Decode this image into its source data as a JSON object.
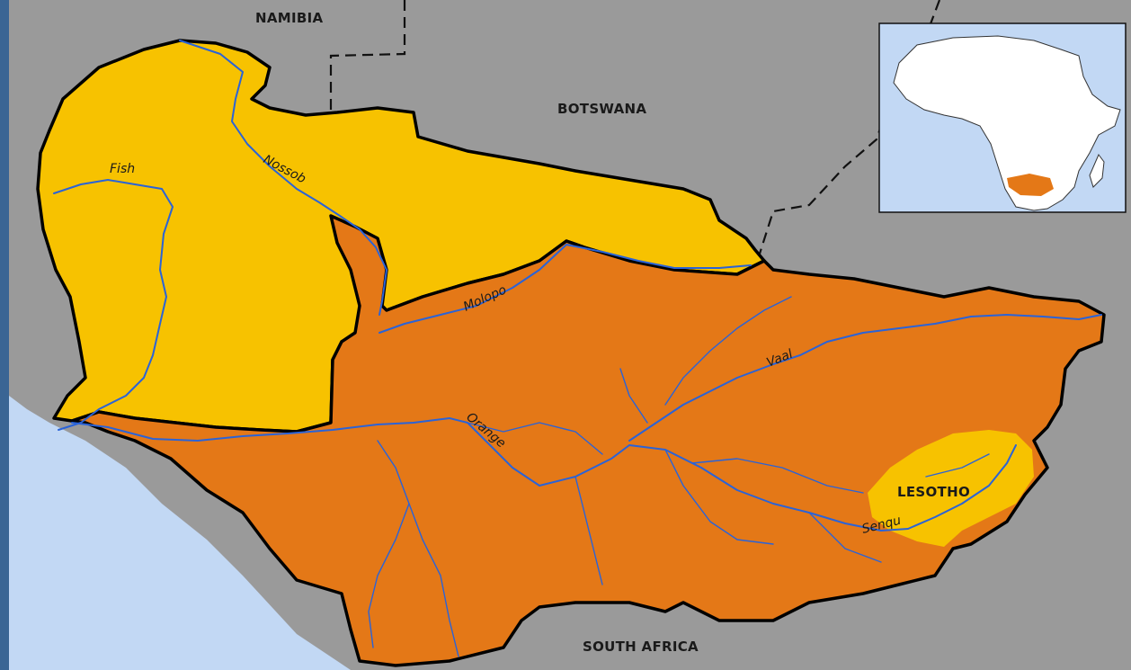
{
  "colors": {
    "frame": "#3a6594",
    "ocean": "#c2d8f4",
    "land_outside": "#9a9a9a",
    "basin_lower": "#e47817",
    "basin_upper": "#f7c200",
    "river": "#2a63d8",
    "basin_border": "#000000",
    "inset_land": "#ffffff",
    "inset_ocean": "#c2d8f4"
  },
  "labels": {
    "namibia": "NAMIBIA",
    "botswana": "BOTSWANA",
    "south_africa": "SOUTH AFRICA",
    "lesotho": "LESOTHO"
  },
  "rivers": {
    "fish": "Fish",
    "nossob": "Nossob",
    "molopo": "Molopo",
    "vaal": "Vaal",
    "orange": "Orange",
    "senqu": "Senqu"
  }
}
